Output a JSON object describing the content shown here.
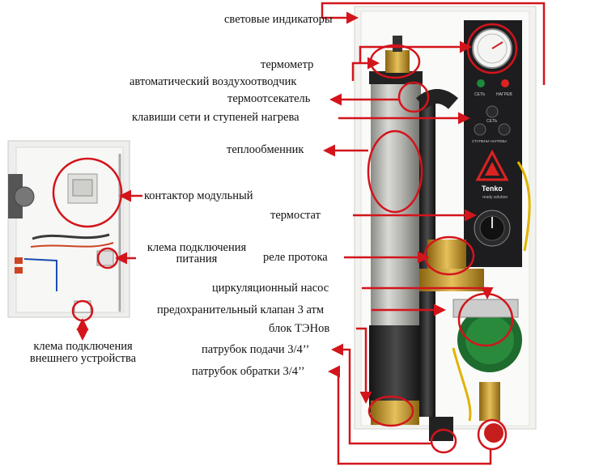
{
  "labels": {
    "indicators": "световые индикаторы",
    "thermometer": "термометр",
    "air_vent": "автоматический воздухоотводчик",
    "cutoff": "термоотсекатель",
    "keys": "клавиши сети и ступеней нагрева",
    "heat_exchanger": "теплообменник",
    "contactor": "контактор модульный",
    "thermostat": "термостат",
    "supply_terminal_1": "клема подключения",
    "supply_terminal_2": "питания",
    "flow_relay": "реле протока",
    "pump": "циркуляционный насос",
    "safety_valve": "предохранительный клапан 3 атм",
    "heater_block": "блок ТЭНов",
    "supply_pipe": "патрубок подачи 3/4’’",
    "return_pipe": "патрубок обратки 3/4’’",
    "ext_terminal_1": "клема подключения",
    "ext_terminal_2": "внешнего устройства"
  },
  "panel": {
    "set_label": "СЕТЬ",
    "heat_label": "НАГРЕВ",
    "net_label": "СЕТЬ",
    "steps_label": "СТУПЕНИ НАГРЕВА",
    "brand": "Tenko",
    "brand_sub": "ready solution"
  },
  "colors": {
    "annotation": "#d3141b",
    "panel": "#1d1d1f",
    "cabinet": "#f2f2ef"
  }
}
